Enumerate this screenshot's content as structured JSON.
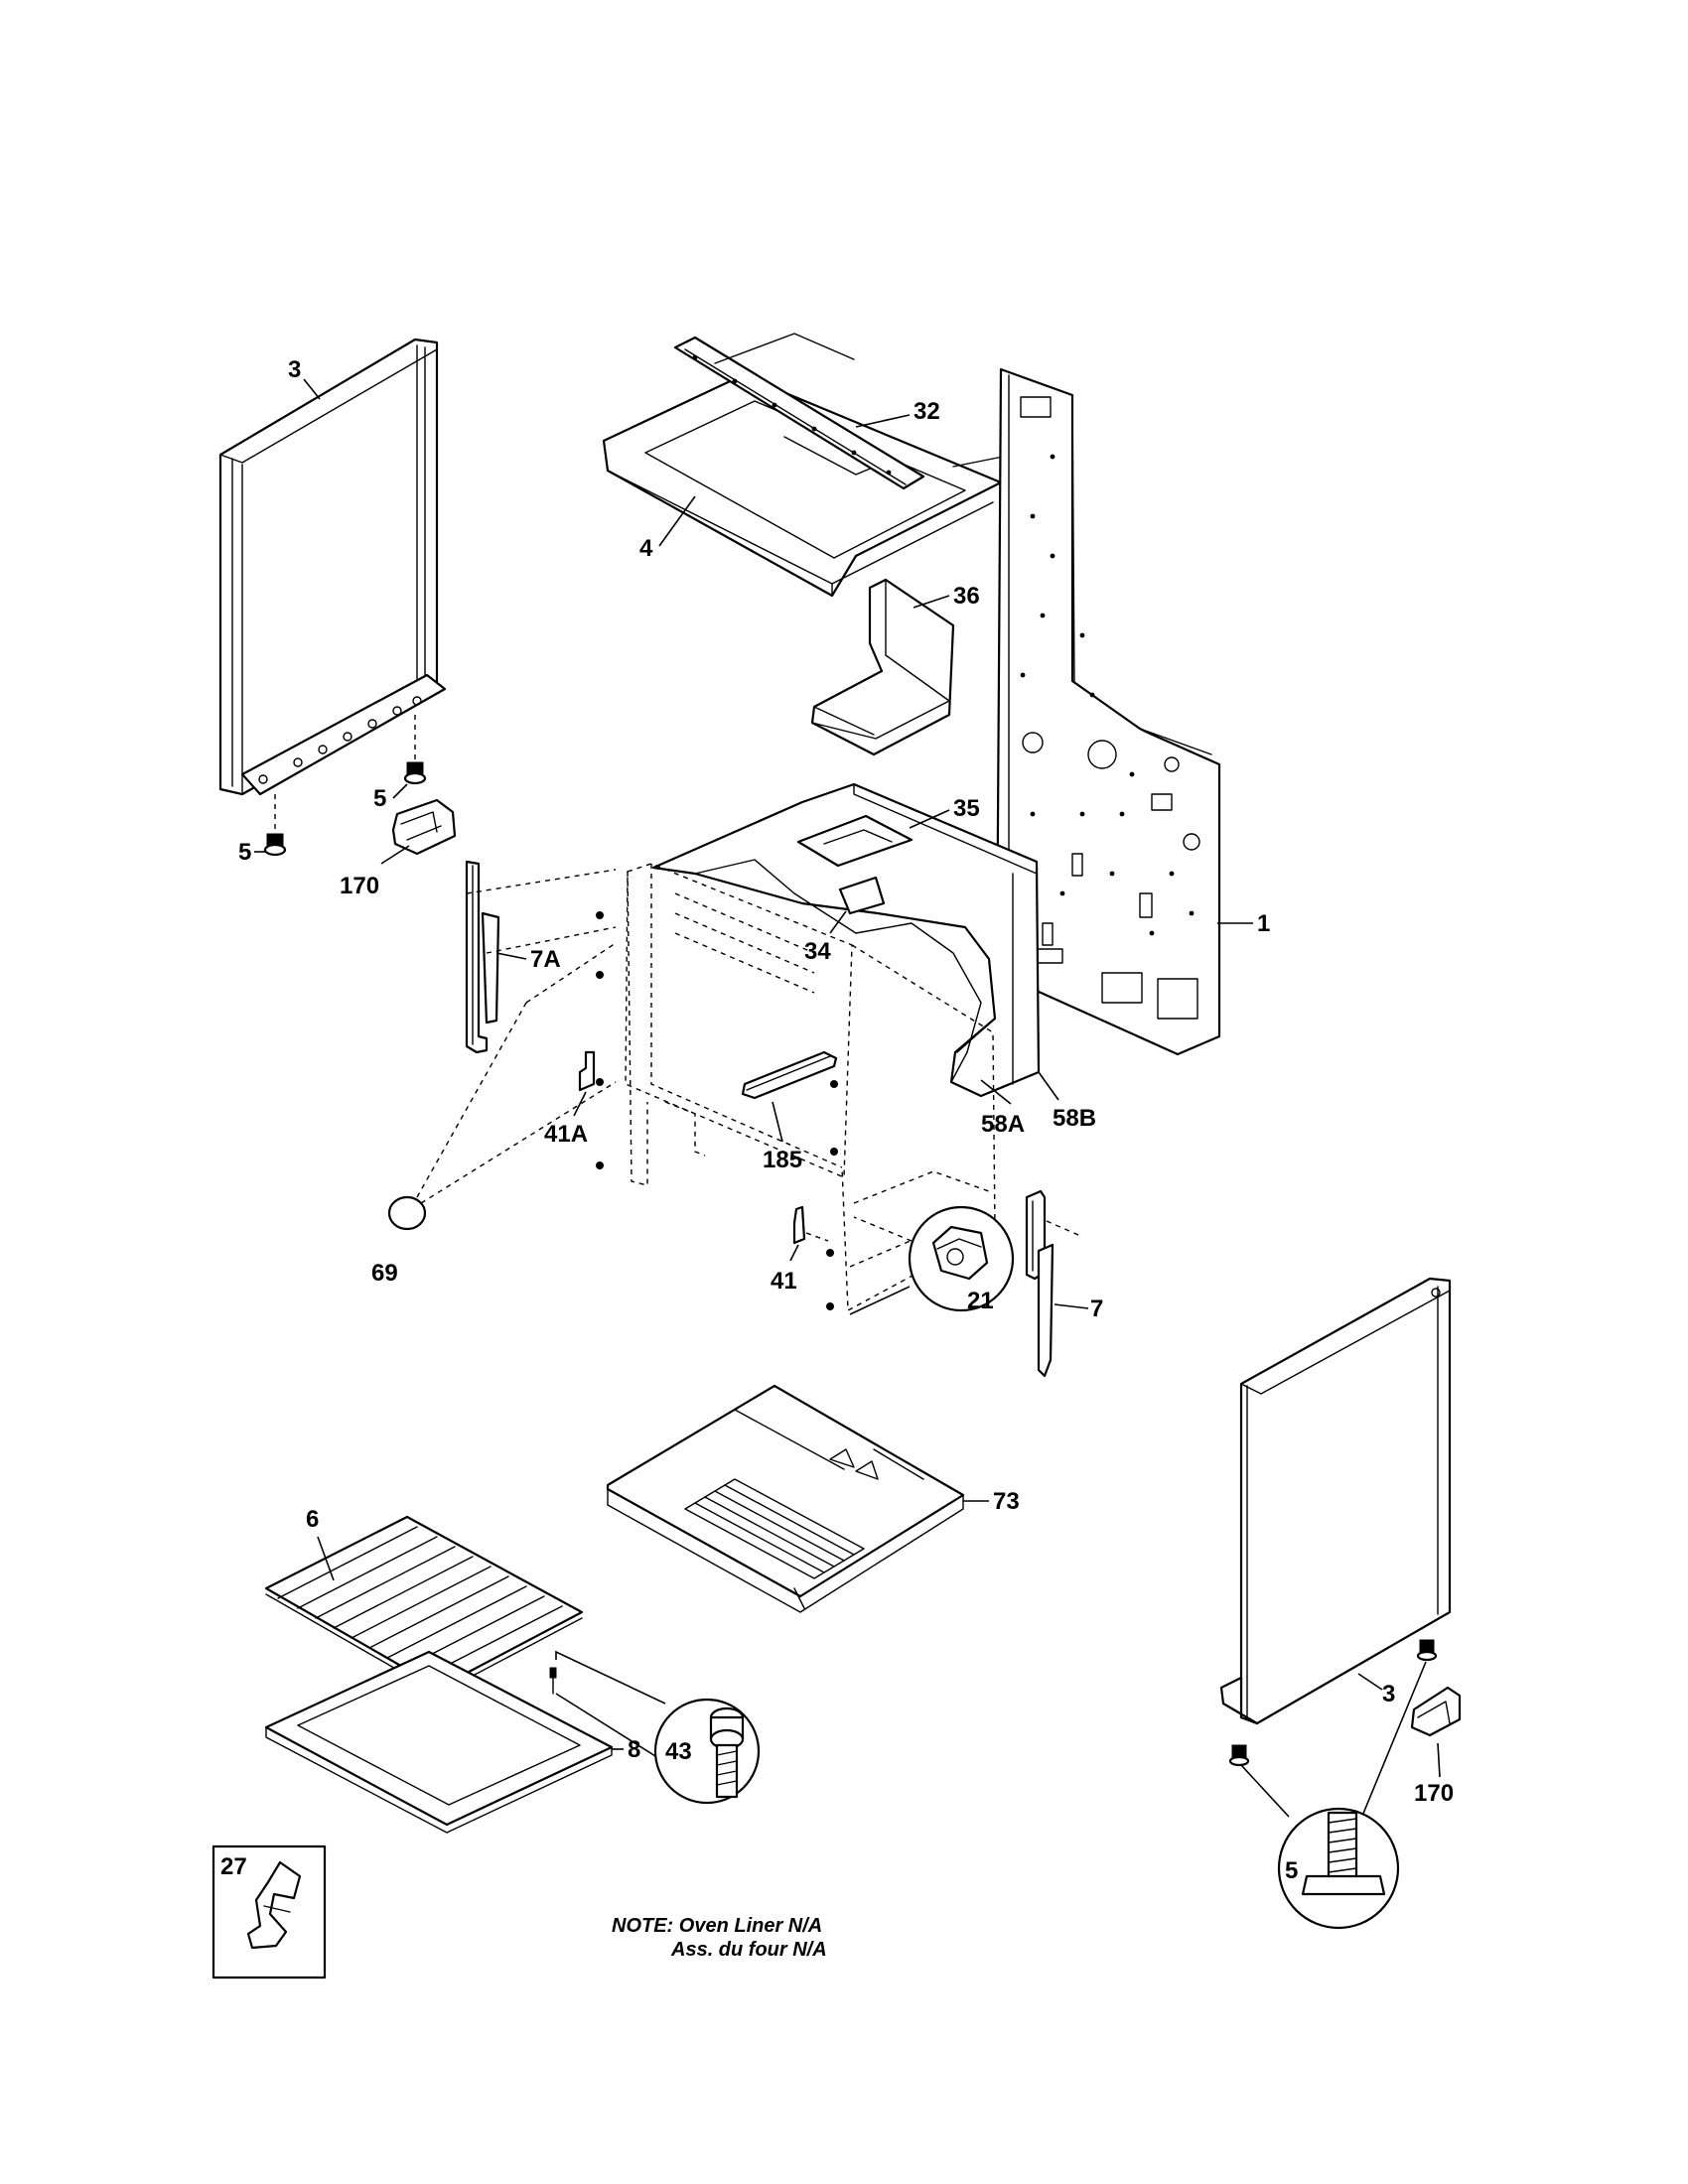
{
  "callouts": {
    "p3_left": "3",
    "p32": "32",
    "p4": "4",
    "p36": "36",
    "p5_upper": "5",
    "p5_lower": "5",
    "p170_left": "170",
    "p35": "35",
    "p34": "34",
    "p1": "1",
    "p7A": "7A",
    "p185": "185",
    "p58A": "58A",
    "p58B": "58B",
    "p41A": "41A",
    "p69": "69",
    "p41": "41",
    "p21": "21",
    "p7": "7",
    "p73": "73",
    "p6": "6",
    "p3_right": "3",
    "p43": "43",
    "p8": "8",
    "p170_right": "170",
    "p5_detail": "5",
    "p27": "27"
  },
  "note": {
    "line1": "NOTE: Oven Liner N/A",
    "line2": "Ass. du four N/A"
  },
  "icons": [
    "screw-icon",
    "bolt-icon",
    "leveling-leg-icon",
    "clip-icon",
    "bracket-icon"
  ]
}
